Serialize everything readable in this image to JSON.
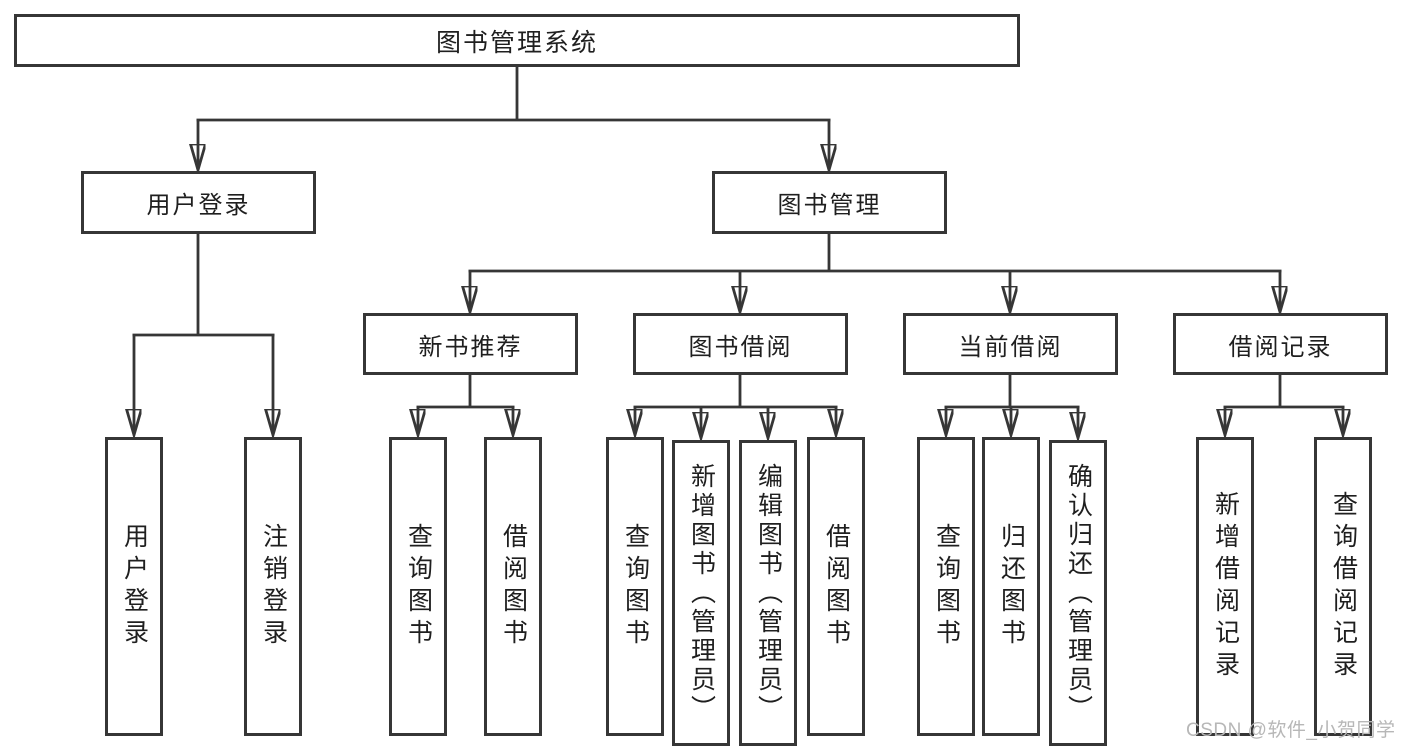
{
  "colors": {
    "line": "#363636",
    "node_border": "#363636",
    "node_text": "#1f1f1f",
    "background": "#ffffff",
    "watermark": "#b7b7b7"
  },
  "diagram": {
    "root": {
      "label": "图书管理系统"
    },
    "level2": {
      "user_login": {
        "label": "用户登录"
      },
      "book_management": {
        "label": "图书管理"
      }
    },
    "level3": {
      "new_book_recommend": {
        "label": "新书推荐"
      },
      "book_borrow": {
        "label": "图书借阅"
      },
      "current_borrow": {
        "label": "当前借阅"
      },
      "borrow_records": {
        "label": "借阅记录"
      }
    },
    "leaves": {
      "user_login": [
        {
          "label": "用户登录"
        },
        {
          "label": "注销登录"
        }
      ],
      "new_book_recommend": [
        {
          "label": "查询图书"
        },
        {
          "label": "借阅图书"
        }
      ],
      "book_borrow": [
        {
          "label": "查询图书"
        },
        {
          "label": "新增图书（管理员）"
        },
        {
          "label": "编辑图书（管理员）"
        },
        {
          "label": "借阅图书"
        }
      ],
      "current_borrow": [
        {
          "label": "查询图书"
        },
        {
          "label": "归还图书"
        },
        {
          "label": "确认归还（管理员）"
        }
      ],
      "borrow_records": [
        {
          "label": "新增借阅记录"
        },
        {
          "label": "查询借阅记录"
        }
      ]
    }
  },
  "watermark": {
    "text": "CSDN @软件_小贺同学"
  }
}
